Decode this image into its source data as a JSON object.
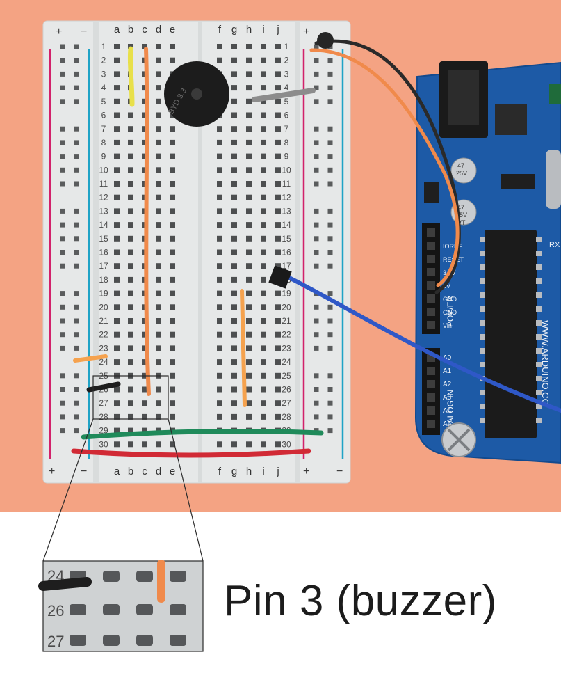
{
  "breadboard": {
    "top_columns_left": [
      "a",
      "b",
      "c",
      "d",
      "e"
    ],
    "top_columns_right": [
      "f",
      "g",
      "h",
      "i",
      "j"
    ],
    "row_count": 30,
    "rail_plus": "+",
    "rail_minus": "−"
  },
  "buzzer": {
    "marking": "BYD 3.3"
  },
  "arduino": {
    "header_labels": [
      "IOREF",
      "RESET",
      "3.3V",
      "5V",
      "GND",
      "GND",
      "Vin"
    ],
    "power_label": "POWER",
    "analog_label": "ANALOG IN",
    "analog_pins": [
      "A0",
      "A1",
      "A2",
      "A3",
      "A4",
      "A5"
    ],
    "url": "WWW.ARDUINO.CC",
    "cap_labels": [
      "47",
      "25V",
      "VT"
    ],
    "rx_label": "RX"
  },
  "inset": {
    "rows": [
      "24",
      "26",
      "27"
    ]
  },
  "caption": {
    "text": "Pin 3 (buzzer)"
  },
  "colors": {
    "board_background": "#f4a383",
    "breadboard": "#e9eaea",
    "arduino_pcb": "#1d5aa6",
    "wire_orange": "#f08a4b",
    "wire_yellow": "#e8e04a",
    "wire_green": "#1f8a5a",
    "wire_red": "#d12a35",
    "wire_blue": "#2f58c7",
    "wire_black": "#2a2a2a",
    "rail_red": "#d2226b",
    "rail_blue": "#1fa3c6"
  }
}
